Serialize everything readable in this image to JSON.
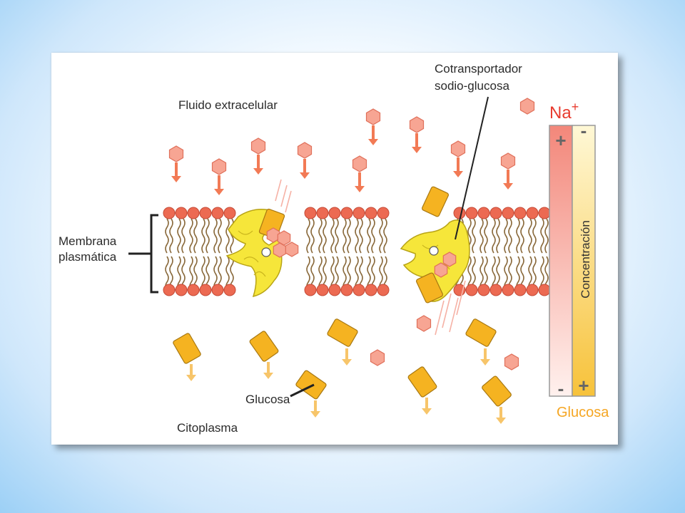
{
  "labels": {
    "extracellular": "Fluido extracelular",
    "cytoplasm": "Citoplasma",
    "membrane_line1": "Membrana",
    "membrane_line2": "plasmática",
    "cotransporter_line1": "Cotransportador",
    "cotransporter_line2": "sodio-glucosa",
    "glucose": "Glucosa"
  },
  "legend": {
    "na_base": "Na",
    "na_sup": "+",
    "concentration": "Concentración",
    "glucose": "Glucosa",
    "na_top_sign": "+",
    "na_bottom_sign": "-",
    "glucose_top_sign": "-",
    "glucose_bottom_sign": "+"
  },
  "colors": {
    "sodium": "#f7a593",
    "glucose": "#f5b321",
    "protein": "#f6e63a",
    "lipid_head": "#ec6a52",
    "arrow_sodium": "#f27a55",
    "arrow_glucose": "#f7c56a",
    "legend_glucose_text": "#f5a623",
    "legend_na_text": "#e83b2e"
  },
  "icons": [
    "sodium-ion-hexagon",
    "glucose-molecule",
    "cotransporter-protein"
  ]
}
